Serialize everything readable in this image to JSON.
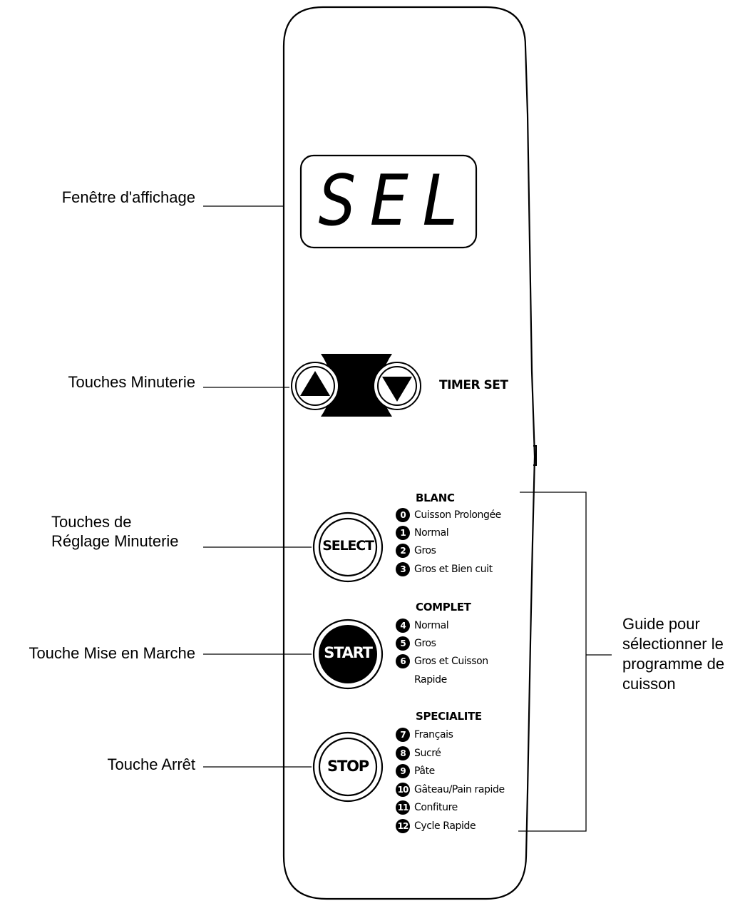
{
  "display": {
    "text": "SEL"
  },
  "callouts": {
    "display_window": "Fenêtre d'affichage",
    "timer_keys": "Touches Minuterie",
    "timer_adjust_keys": [
      "Touches de",
      "Réglage Minuterie"
    ],
    "start_key": "Touche Mise en Marche",
    "stop_key": "Touche Arrêt",
    "program_guide": [
      "Guide pour",
      "sélectionner le",
      "programme de",
      "cuisson"
    ]
  },
  "timer": {
    "label": "TIMER SET",
    "up_icon": "triangle-up-icon",
    "down_icon": "triangle-down-icon"
  },
  "buttons": {
    "select": "SELECT",
    "start": "START",
    "stop": "STOP"
  },
  "programs": [
    {
      "title": "BLANC",
      "items": [
        {
          "num": "0",
          "label": "Cuisson Prolongée"
        },
        {
          "num": "1",
          "label": "Normal"
        },
        {
          "num": "2",
          "label": "Gros"
        },
        {
          "num": "3",
          "label": "Gros et Bien cuit"
        }
      ]
    },
    {
      "title": "COMPLET",
      "items": [
        {
          "num": "4",
          "label": "Normal"
        },
        {
          "num": "5",
          "label": "Gros"
        },
        {
          "num": "6",
          "label": "Gros et Cuisson"
        },
        {
          "num": "",
          "label": "Rapide"
        }
      ]
    },
    {
      "title": "SPECIALITE",
      "items": [
        {
          "num": "7",
          "label": "Français"
        },
        {
          "num": "8",
          "label": "Sucré"
        },
        {
          "num": "9",
          "label": "Pâte"
        },
        {
          "num": "10",
          "label": "Gâteau/Pain rapide"
        },
        {
          "num": "11",
          "label": "Confiture"
        },
        {
          "num": "12",
          "label": "Cycle Rapide"
        }
      ]
    }
  ]
}
